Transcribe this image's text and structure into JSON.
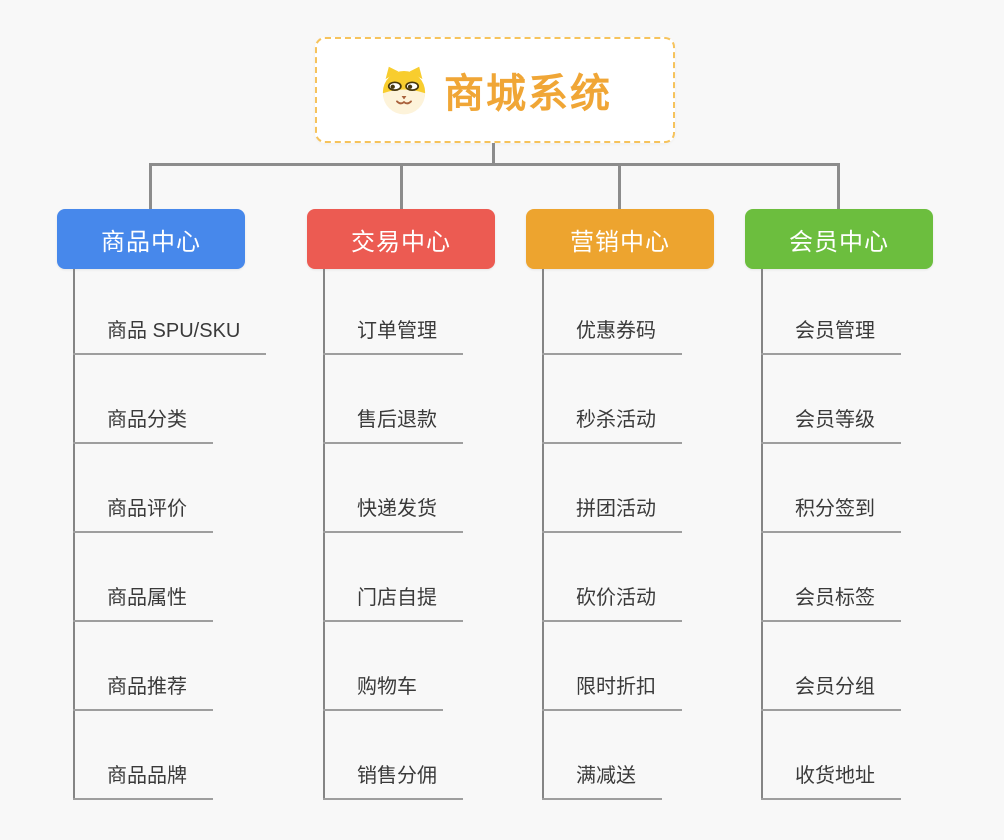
{
  "page": {
    "background": "#f8f8f8"
  },
  "root": {
    "title": "商城系统",
    "icon": "dog-face-icon",
    "text_color": "#f0a636",
    "border_color": "#f6c35c"
  },
  "connector_color": "#8c8c8c",
  "branches": [
    {
      "label": "商品中心",
      "color": "#4788eb",
      "children": [
        "商品 SPU/SKU",
        "商品分类",
        "商品评价",
        "商品属性",
        "商品推荐",
        "商品品牌"
      ]
    },
    {
      "label": "交易中心",
      "color": "#ec5b52",
      "children": [
        "订单管理",
        "售后退款",
        "快递发货",
        "门店自提",
        "购物车",
        "销售分佣"
      ]
    },
    {
      "label": "营销中心",
      "color": "#eda42f",
      "children": [
        "优惠券码",
        "秒杀活动",
        "拼团活动",
        "砍价活动",
        "限时折扣",
        "满减送"
      ]
    },
    {
      "label": "会员中心",
      "color": "#6cbe3e",
      "children": [
        "会员管理",
        "会员等级",
        "积分签到",
        "会员标签",
        "会员分组",
        "收货地址"
      ]
    }
  ]
}
